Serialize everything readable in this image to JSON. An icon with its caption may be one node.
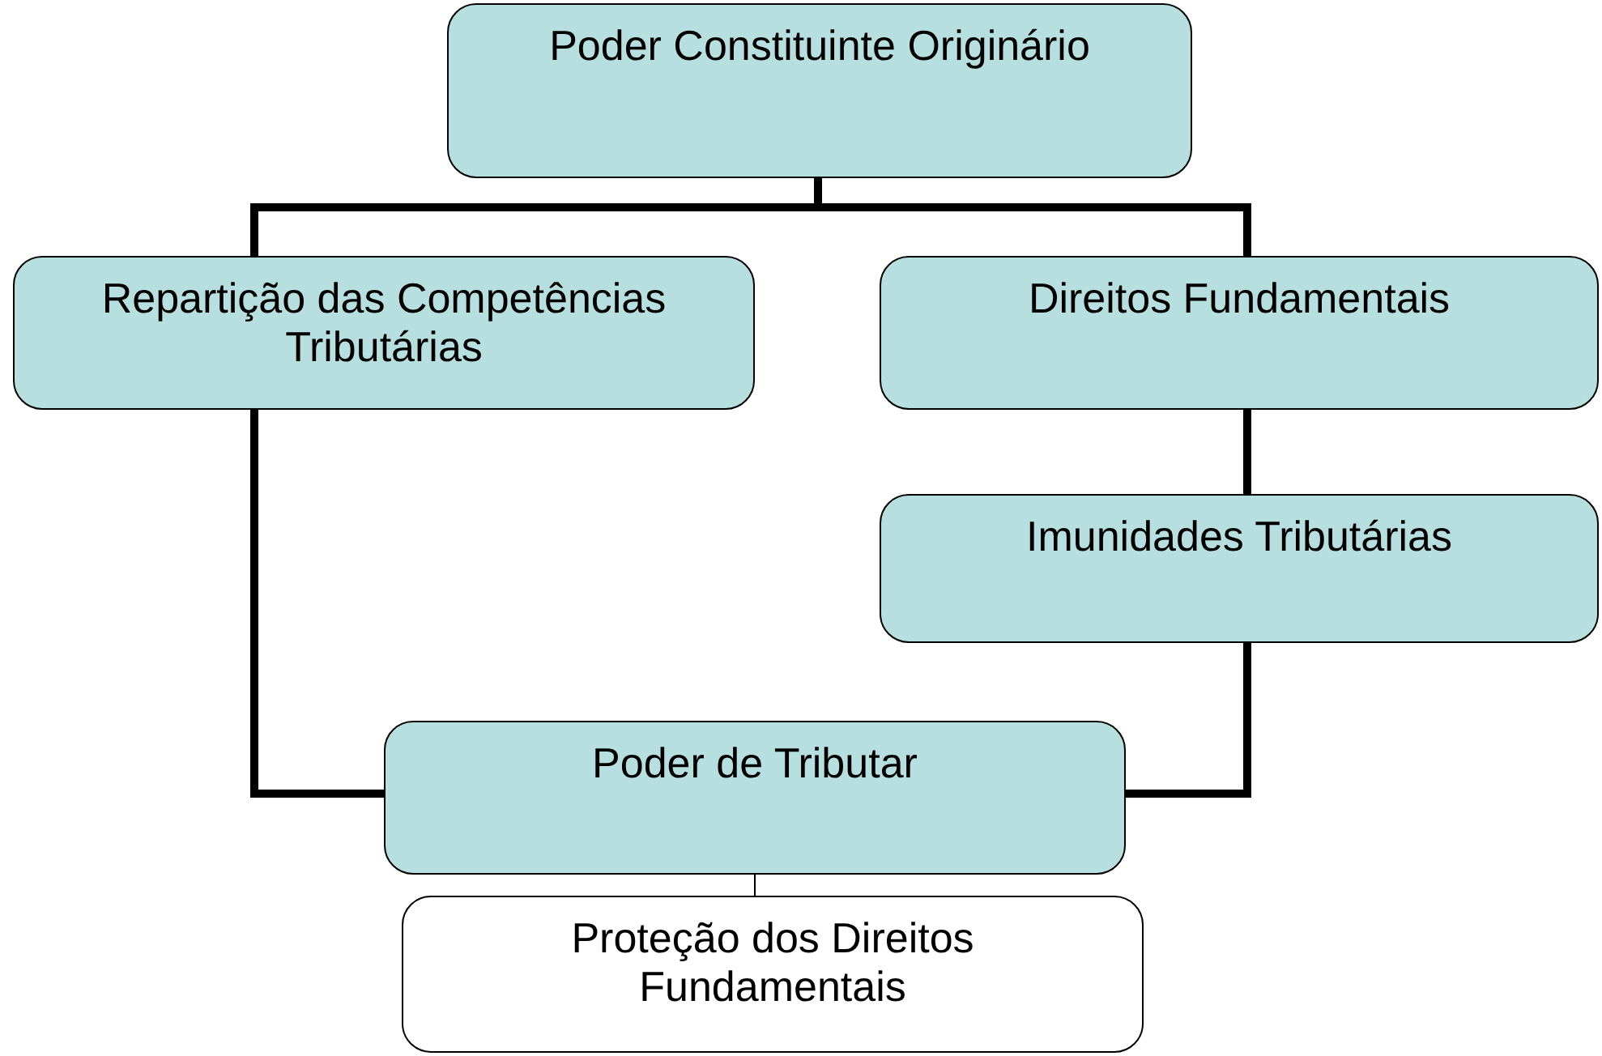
{
  "diagram": {
    "nodes": [
      {
        "text": [
          "Poder Constituinte Originário"
        ]
      },
      {
        "text": [
          "Repartição das Competências Tributárias"
        ]
      },
      {
        "text": [
          "Direitos Fundamentais"
        ]
      },
      {
        "text": [
          "Imunidades Tributárias"
        ]
      },
      {
        "text": [
          "Poder de Tributar"
        ]
      },
      {
        "text": [
          "Proteção dos Direitos Fundamentais"
        ]
      }
    ],
    "edges": [
      {
        "from": 0,
        "to": 1,
        "arrow": "none"
      },
      {
        "from": 0,
        "to": 2,
        "arrow": "none"
      },
      {
        "from": 2,
        "to": 3,
        "arrow": "none"
      },
      {
        "from": 1,
        "to": 4,
        "arrow": "none"
      },
      {
        "from": 3,
        "to": 4,
        "arrow": "none"
      },
      {
        "from": 4,
        "to": 5,
        "arrow": "none"
      }
    ]
  }
}
